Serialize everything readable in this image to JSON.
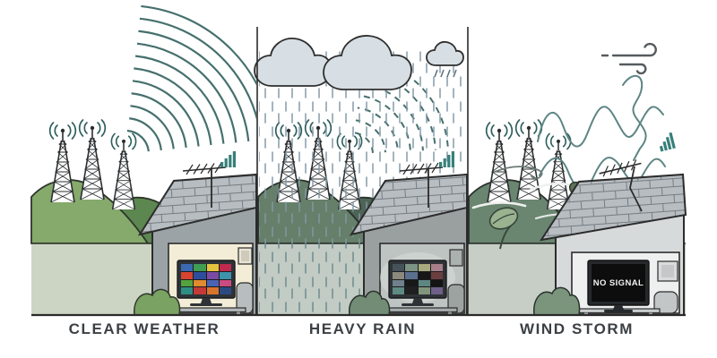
{
  "panels": [
    {
      "id": "clear-weather",
      "label": "CLEAR WEATHER",
      "tv": {
        "type": "color-grid",
        "colors": [
          "#3c6ab2",
          "#3f9e53",
          "#e5c33f",
          "#c02a4e",
          "#d8442f",
          "#2e4d9b",
          "#7b4aa2",
          "#3d93ab",
          "#53a33f",
          "#e08b2d",
          "#4a63b5",
          "#cc4b80",
          "#2e8d84",
          "#c53a38",
          "#d9742c",
          "#2c4a82"
        ]
      }
    },
    {
      "id": "heavy-rain",
      "label": "HEAVY RAIN",
      "tv": {
        "type": "degraded-color-grid",
        "colors": [
          "#45525a",
          "#7d9383",
          "#a8a97e",
          "#a97f8a",
          "#8b897b",
          "#5b6f8e",
          "#161616",
          "#6b3f3f",
          "#70808c",
          "#181818",
          "#5e8682",
          "#141414",
          "#5d8b82",
          "#1f1f1f",
          "#81957c",
          "#6e6088"
        ]
      }
    },
    {
      "id": "wind-storm",
      "label": "WIND STORM",
      "tv": {
        "type": "no-signal",
        "message": "NO SIGNAL"
      }
    }
  ],
  "colors": {
    "signal_wave": "#45706d",
    "signal_bars": "#37807a",
    "rain": "#7f98a4",
    "label_text": "#3c4044",
    "sky": "#ffffff"
  },
  "icons": {
    "radio-tower-icon": "lattice transmission mast with signal dot",
    "signal-waves-icon": "concentric broadcast arcs",
    "rain-cloud-icon": "cloud with rain streaks",
    "wind-icon": "curled wind gust lines",
    "tv-antenna-icon": "rooftop yagi antenna on pole",
    "signal-bars-icon": "four ascending signal bars"
  }
}
